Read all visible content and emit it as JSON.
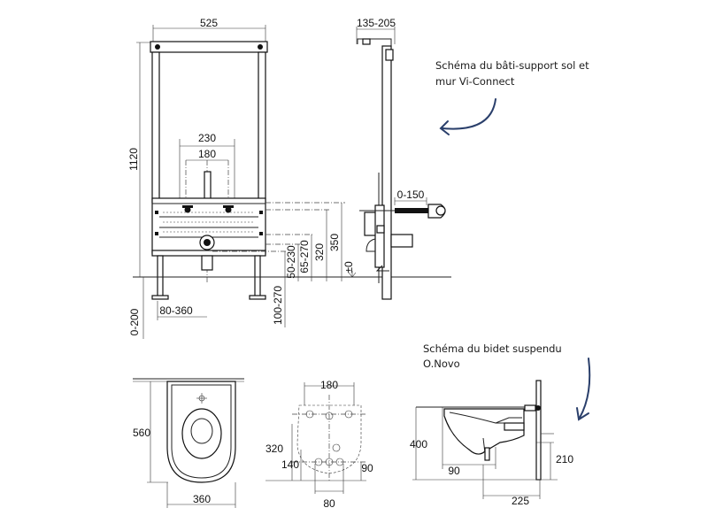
{
  "top_frame": {
    "dim_width": "525",
    "dim_height": "1120",
    "dim_230": "230",
    "dim_180": "180",
    "dim_350": "350",
    "dim_320": "320",
    "dim_65_270": "65-270",
    "dim_50_230": "50-230",
    "dim_100_270": "100-270",
    "dim_80_360": "80-360",
    "dim_0_200": "0-200",
    "dim_zero": "±0"
  },
  "side_frame": {
    "dim_135_205": "135-205",
    "dim_0_150": "0-150"
  },
  "caption_frame": {
    "line1": "Schéma du bâti-support sol et",
    "line2": "mur Vi-Connect"
  },
  "bidet_top": {
    "dim_560": "560",
    "dim_360": "360"
  },
  "bidet_holes": {
    "dim_180": "180",
    "dim_320": "320",
    "dim_140": "140",
    "dim_90": "90",
    "dim_80": "80"
  },
  "bidet_side": {
    "dim_400": "400",
    "dim_90": "90",
    "dim_210": "210",
    "dim_225": "225"
  },
  "caption_bidet": {
    "line1": "Schéma du bidet suspendu",
    "line2": "O.Novo"
  },
  "colors": {
    "arrow": "#2a3f6b",
    "line": "#111111"
  }
}
